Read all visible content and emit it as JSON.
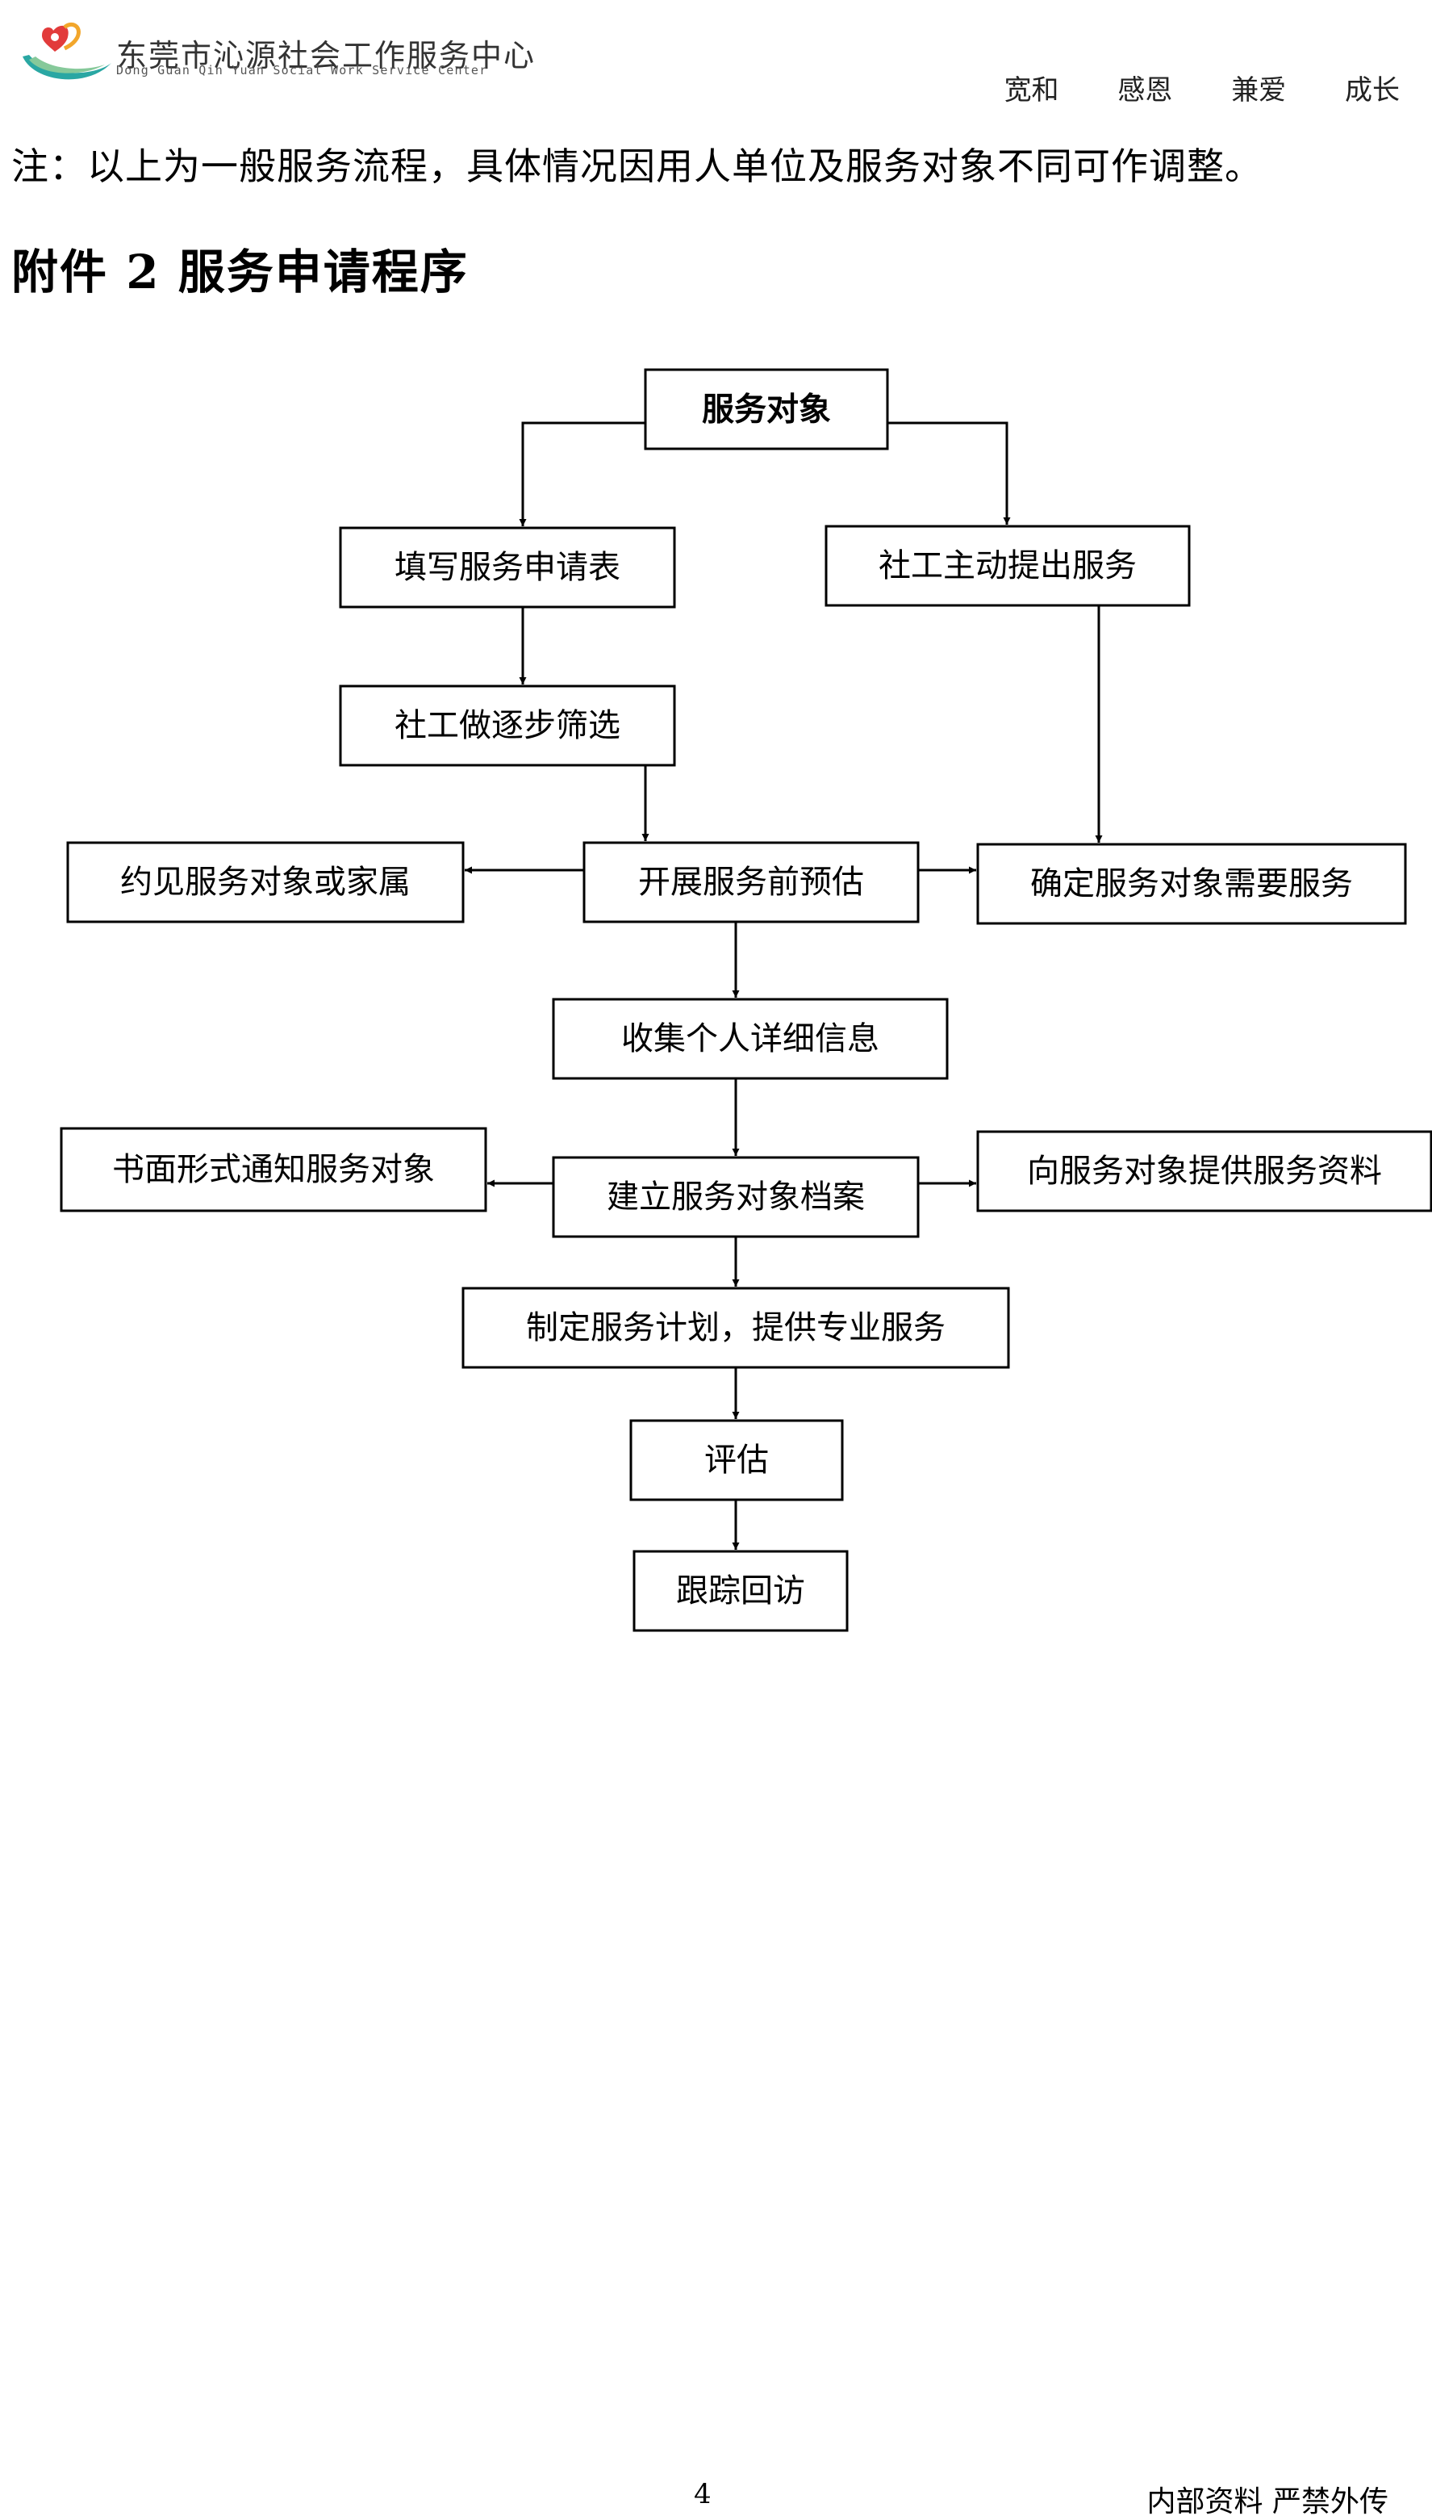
{
  "header": {
    "org_name": "东莞市沁源社会工作服务中心",
    "org_name_en": "Dong Guan Qin Yuan Social Work Service Center",
    "mottos": [
      "宽和",
      "感恩",
      "兼爱",
      "成长"
    ]
  },
  "note": "注：以上为一般服务流程，具体情况因用人单位及服务对象不同可作调整。",
  "section_title": "附件 2  服务申请程序",
  "flowchart": {
    "nodes": [
      {
        "id": "client",
        "label": "服务对象"
      },
      {
        "id": "fill_form",
        "label": "填写服务申请表"
      },
      {
        "id": "sw_offer",
        "label": "社工主动提出服务"
      },
      {
        "id": "screen",
        "label": "社工做逐步筛选"
      },
      {
        "id": "meet",
        "label": "约见服务对象或家属"
      },
      {
        "id": "pre_assess",
        "label": "开展服务前预估"
      },
      {
        "id": "confirm_need",
        "label": "确定服务对象需要服务"
      },
      {
        "id": "collect",
        "label": "收集个人详细信息"
      },
      {
        "id": "notify",
        "label": "书面形式通知服务对象"
      },
      {
        "id": "file",
        "label": "建立服务对象档案"
      },
      {
        "id": "provide_info",
        "label": "向服务对象提供服务资料"
      },
      {
        "id": "plan",
        "label": "制定服务计划，提供专业服务"
      },
      {
        "id": "evaluate",
        "label": "评估"
      },
      {
        "id": "follow_up",
        "label": "跟踪回访"
      }
    ],
    "edges": [
      {
        "from": "client",
        "to": "fill_form"
      },
      {
        "from": "client",
        "to": "sw_offer"
      },
      {
        "from": "fill_form",
        "to": "screen"
      },
      {
        "from": "screen",
        "to": "pre_assess"
      },
      {
        "from": "sw_offer",
        "to": "confirm_need"
      },
      {
        "from": "pre_assess",
        "to": "meet"
      },
      {
        "from": "pre_assess",
        "to": "confirm_need"
      },
      {
        "from": "pre_assess",
        "to": "collect"
      },
      {
        "from": "collect",
        "to": "file"
      },
      {
        "from": "file",
        "to": "notify"
      },
      {
        "from": "file",
        "to": "provide_info"
      },
      {
        "from": "file",
        "to": "plan"
      },
      {
        "from": "plan",
        "to": "evaluate"
      },
      {
        "from": "evaluate",
        "to": "follow_up"
      }
    ]
  },
  "footer": {
    "page_number": "4",
    "confidential": "内部资料  严禁外传"
  }
}
